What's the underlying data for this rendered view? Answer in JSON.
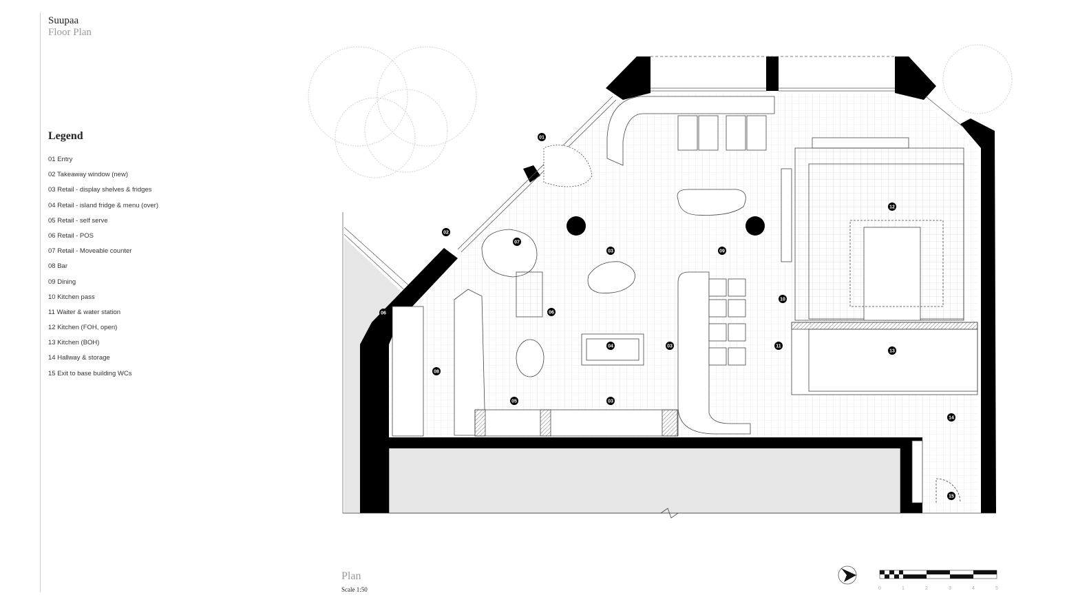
{
  "header": {
    "project": "Suupaa",
    "subtitle": "Floor Plan"
  },
  "legend": {
    "title": "Legend",
    "items": [
      {
        "num": "01",
        "label": "01 Entry"
      },
      {
        "num": "02",
        "label": "02 Takeaway window (new)"
      },
      {
        "num": "03",
        "label": "03 Retail - display shelves & fridges"
      },
      {
        "num": "04",
        "label": "04 Retail - island fridge & menu (over)"
      },
      {
        "num": "05",
        "label": "05 Retail - self serve"
      },
      {
        "num": "06",
        "label": "06 Retail - POS"
      },
      {
        "num": "07",
        "label": "07 Retail - Moveable counter"
      },
      {
        "num": "08",
        "label": "08 Bar"
      },
      {
        "num": "09",
        "label": "09 Dining"
      },
      {
        "num": "10",
        "label": "10 Kitchen pass"
      },
      {
        "num": "11",
        "label": "11 Waiter & water station"
      },
      {
        "num": "12",
        "label": "12 Kitchen (FOH, open)"
      },
      {
        "num": "13",
        "label": "13 Kitchen (BOH)"
      },
      {
        "num": "14",
        "label": "14 Hallway & storage"
      },
      {
        "num": "15",
        "label": "15 Exit to base building WCs"
      }
    ]
  },
  "markers": [
    "01",
    "02",
    "03",
    "03",
    "03",
    "04",
    "05",
    "06",
    "06",
    "07",
    "08",
    "09",
    "10",
    "11",
    "12",
    "13",
    "14",
    "15"
  ],
  "footer": {
    "plan_title": "Plan",
    "scale": "Scale 1:50"
  },
  "scale_bar": {
    "ticks": [
      "0",
      "1",
      "2",
      "3",
      "4",
      "5"
    ]
  },
  "colors": {
    "wall": "#000000",
    "grid": "#d8d8d8",
    "shade": "#e6e6e6",
    "tree": "#d0d0d0"
  }
}
